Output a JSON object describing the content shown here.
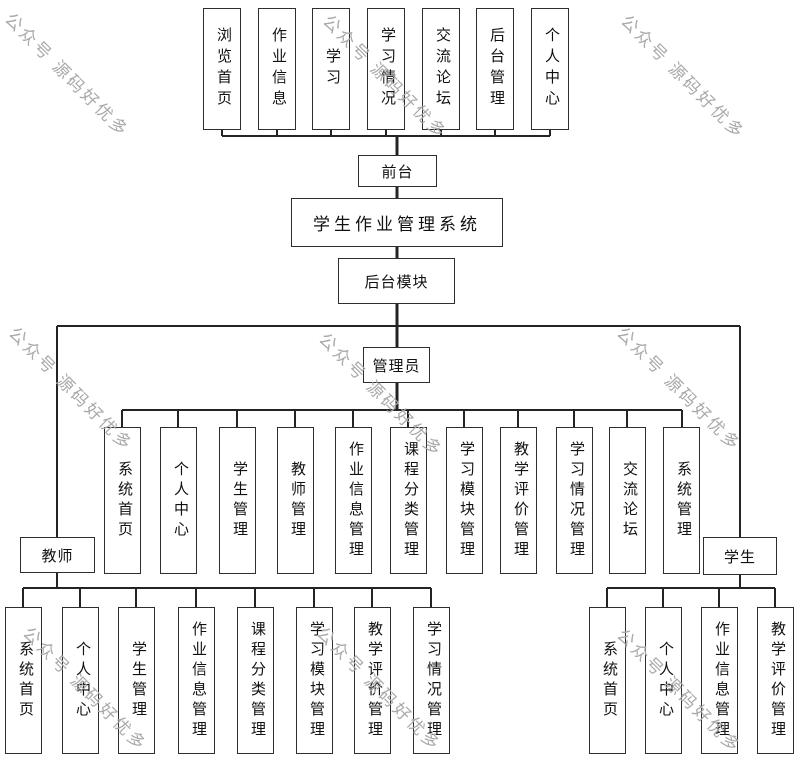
{
  "watermark": {
    "text": "公众号 源码好优多"
  },
  "colors": {
    "line": "#242424",
    "box_border": "#2e2e2e",
    "watermark": "#a9a9a9",
    "background": "#ffffff",
    "text": "#111111"
  },
  "diagram": {
    "title": "学生作业管理系统",
    "frontend": {
      "label": "前台",
      "children": [
        "浏览首页",
        "作业信息",
        "学习",
        "学习情况",
        "交流论坛",
        "后台管理",
        "个人中心"
      ]
    },
    "backend": {
      "label": "后台模块"
    },
    "admin": {
      "label": "管理员",
      "children": [
        "系统首页",
        "个人中心",
        "学生管理",
        "教师管理",
        "作业信息管理",
        "课程分类管理",
        "学习模块管理",
        "教学评价管理",
        "学习情况管理",
        "交流论坛",
        "系统管理"
      ]
    },
    "teacher": {
      "label": "教师",
      "children": [
        "系统首页",
        "个人中心",
        "学生管理",
        "作业信息管理",
        "课程分类管理",
        "学习模块管理",
        "教学评价管理",
        "学习情况管理"
      ]
    },
    "student": {
      "label": "学生",
      "children": [
        "系统首页",
        "个人中心",
        "作业信息管理",
        "教学评价管理"
      ]
    }
  }
}
